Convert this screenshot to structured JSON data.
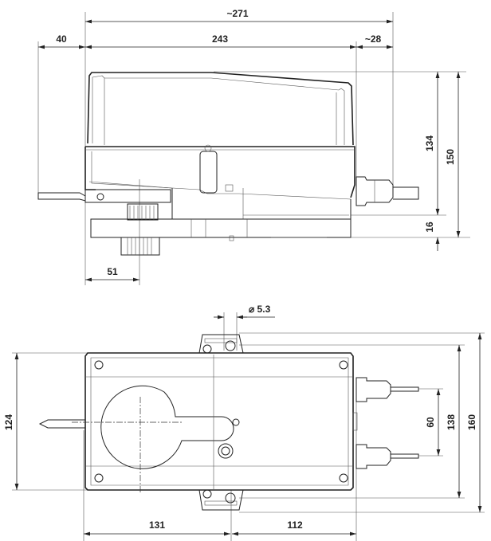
{
  "side_view": {
    "dimensions": {
      "overall_length": "~271",
      "lever_overhang": "40",
      "body_length": "243",
      "cable_gland": "~28",
      "body_height": "134",
      "total_height": "150",
      "base_height": "16",
      "shaft_offset": "51"
    }
  },
  "top_view": {
    "dimensions": {
      "hole_diameter": "⌀ 5.3",
      "body_width": "124",
      "gland_spacing": "60",
      "hole_spacing": "138",
      "flange_width": "160",
      "shaft_to_hole": "131",
      "hole_to_end": "112"
    }
  }
}
